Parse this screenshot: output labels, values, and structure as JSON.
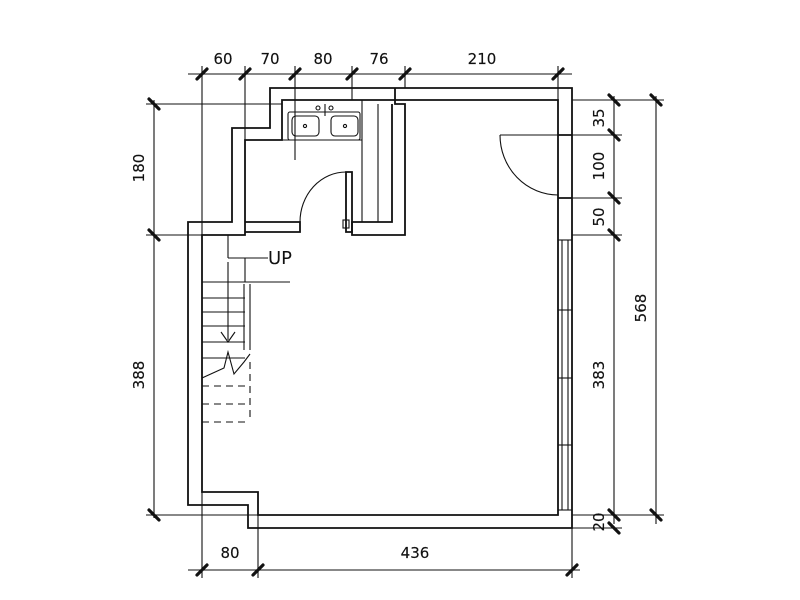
{
  "dimensions": {
    "top": [
      "60",
      "70",
      "80",
      "76",
      "210"
    ],
    "bottom": [
      "80",
      "436"
    ],
    "left": [
      "180",
      "388"
    ],
    "right_inner": [
      "35",
      "100",
      "50",
      "383",
      "20"
    ],
    "right_outer": "568"
  },
  "labels": {
    "stair_up": "UP"
  },
  "colors": {
    "line": "#111111",
    "background": "#ffffff"
  }
}
